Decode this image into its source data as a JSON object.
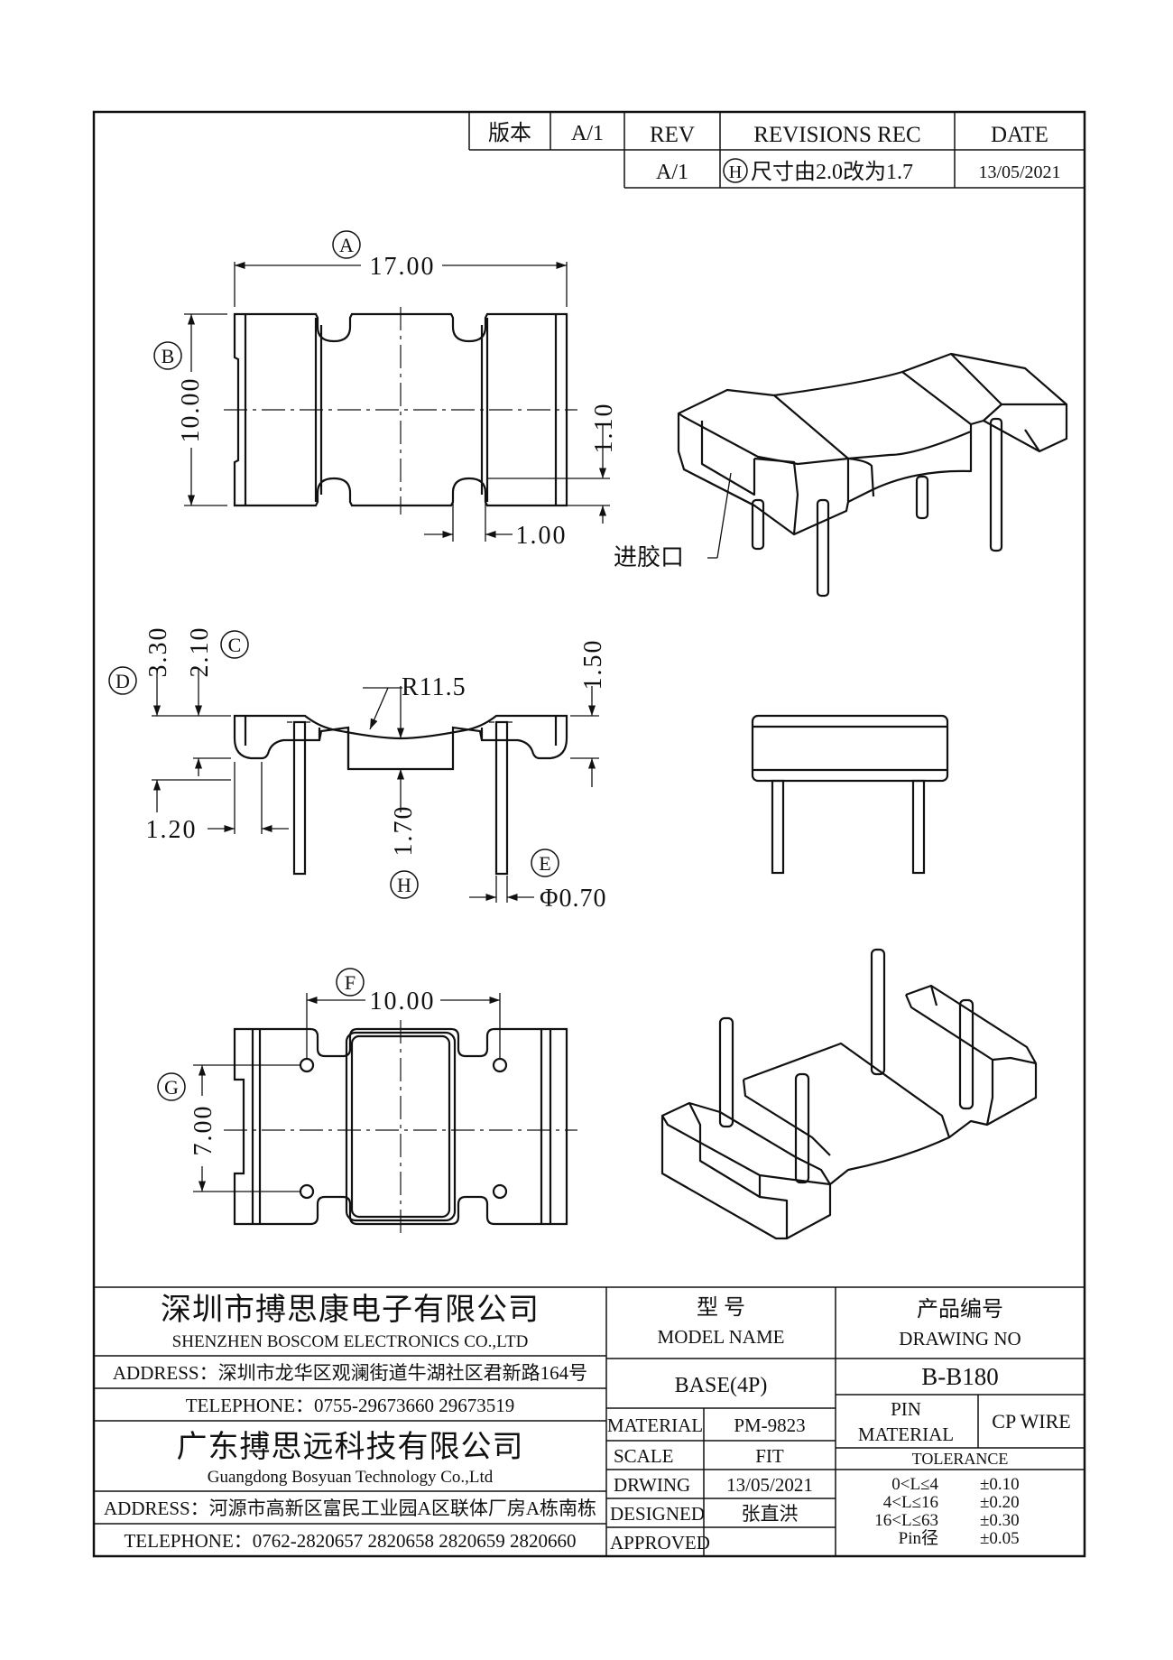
{
  "revision_block": {
    "version_label": "版本",
    "version_value": "A/1",
    "rev_header": "REV",
    "revisions_header": "REVISIONS REC",
    "date_header": "DATE",
    "rev_value": "A/1",
    "revision_marker": "H",
    "revision_text": "尺寸由2.0改为1.7",
    "revision_date": "13/05/2021"
  },
  "top_view": {
    "callout_a": "A",
    "dim_length": "17.00",
    "callout_b": "B",
    "dim_width": "10.00",
    "dim_notch_depth": "1.10",
    "dim_notch_width": "1.00"
  },
  "iso_top": {
    "gate_label": "进胶口"
  },
  "front_view": {
    "callout_d": "D",
    "dim_total_height": "3.30",
    "dim_body_height": "2.10",
    "callout_c": "C",
    "dim_radius": "R11.5",
    "dim_right_height": "1.50",
    "dim_step": "1.20",
    "dim_center_height": "1.70",
    "callout_h": "H",
    "callout_e": "E",
    "dim_pin_diameter": "Φ0.70"
  },
  "bottom_view": {
    "callout_f": "F",
    "dim_pin_pitch_x": "10.00",
    "callout_g": "G",
    "dim_pin_pitch_y": "7.00"
  },
  "title_block": {
    "company_cn_1": "深圳市搏思康电子有限公司",
    "company_en_1": "SHENZHEN BOSCOM ELECTRONICS CO.,LTD",
    "address_1": "ADDRESS：深圳市龙华区观澜街道牛湖社区君新路164号",
    "telephone_1": "TELEPHONE：0755-29673660 29673519",
    "company_cn_2": "广东搏思远科技有限公司",
    "company_en_2": "Guangdong Bosyuan Technology Co.,Ltd",
    "address_2": "ADDRESS：河源市高新区富民工业园A区联体厂房A栋南栋",
    "telephone_2": "TELEPHONE：0762-2820657 2820658 2820659 2820660",
    "model_label_cn": "型    号",
    "model_label_en": "MODEL NAME",
    "model_value": "BASE(4P)",
    "drawing_label_cn": "产品编号",
    "drawing_label_en": "DRAWING NO",
    "drawing_value": "B-B180",
    "material_label": "MATERIAL",
    "material_value": "PM-9823",
    "pin_material_label_1": "PIN",
    "pin_material_label_2": "MATERIAL",
    "pin_material_value": "CP WIRE",
    "scale_label": "SCALE",
    "scale_value": "FIT",
    "drwing_label": "DRWING",
    "drwing_value": "13/05/2021",
    "designed_label": "DESIGNED",
    "designed_value": "张直洪",
    "approved_label": "APPROVED",
    "approved_value": "",
    "tolerance_label": "TOLERANCE",
    "tolerances": [
      {
        "range": "0<L≤4",
        "value": "±0.10"
      },
      {
        "range": "4<L≤16",
        "value": "±0.20"
      },
      {
        "range": "16<L≤63",
        "value": "±0.30"
      },
      {
        "range": "Pin径",
        "value": "±0.05"
      }
    ]
  }
}
